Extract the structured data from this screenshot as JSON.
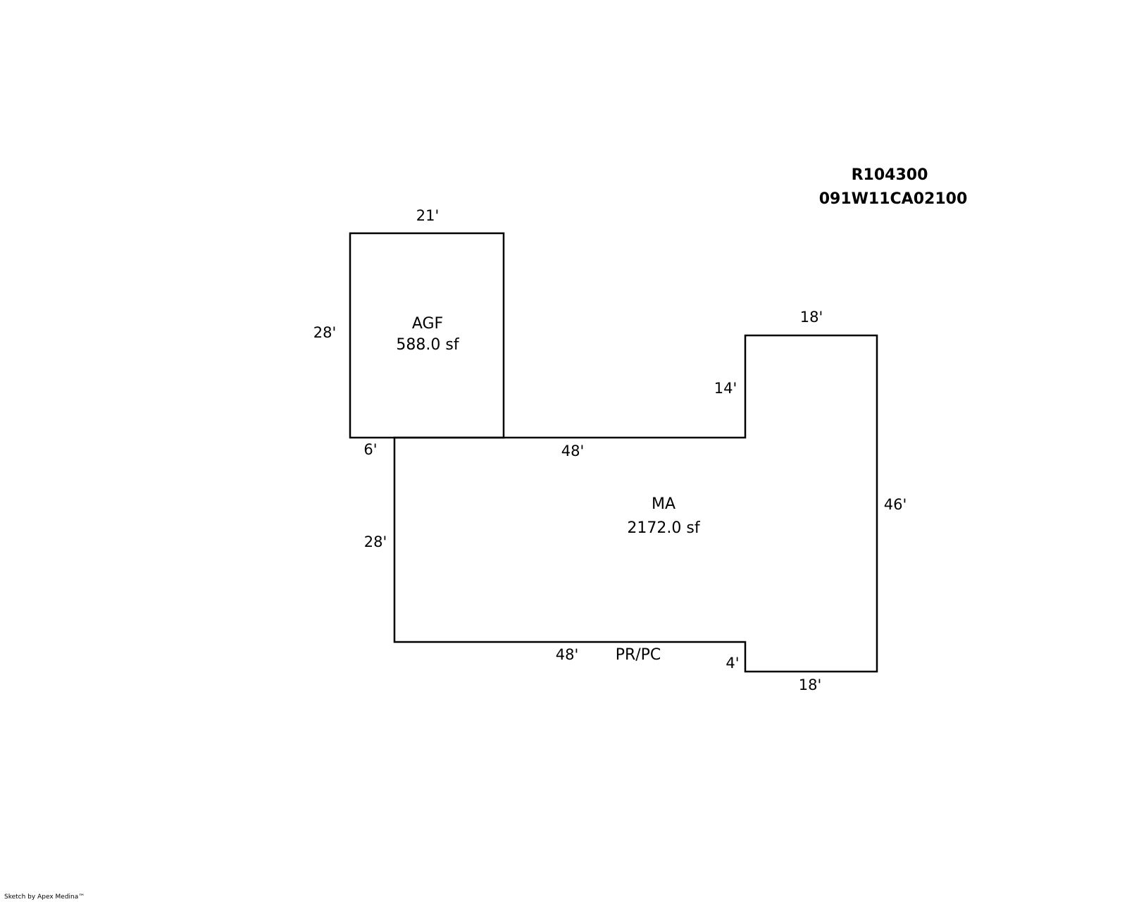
{
  "parcel": {
    "account": "R104300",
    "map_number": "091W11CA02100"
  },
  "areas": {
    "agf": {
      "code": "AGF",
      "area": "588.0 sf"
    },
    "ma": {
      "code": "MA",
      "area": "2172.0 sf"
    },
    "pr_pc": {
      "code": "PR/PC"
    }
  },
  "dimensions": {
    "agf_top": "21'",
    "agf_left": "28'",
    "ma_left_offset": "6'",
    "ma_top": "48'",
    "ma_left": "28'",
    "ma_notch_side": "14'",
    "ma_right_top": "18'",
    "ma_right": "46'",
    "ma_bottom": "48'",
    "ma_step": "4'",
    "ma_right_bottom": "18'"
  },
  "footer": {
    "credit": "Sketch by Apex Medina™"
  }
}
